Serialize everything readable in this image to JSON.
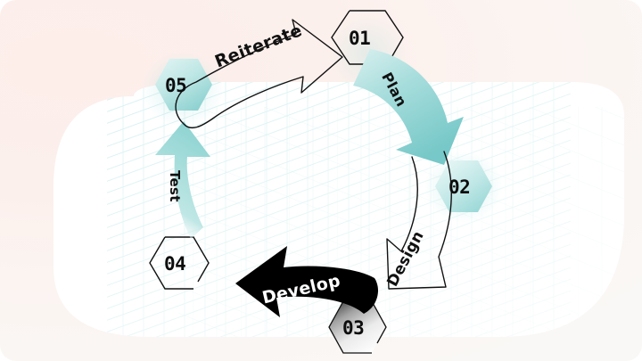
{
  "graphic": {
    "kind": "circular-process-infographic",
    "step_count": 5,
    "colors": {
      "background_pink": "#fbeeea",
      "canvas_white": "#ffffff",
      "teal_light": "#cfeeec",
      "teal_mid": "#a8dedd",
      "teal_deep": "#74c6c6",
      "grid_line": "#b9e6e6",
      "ink_black": "#111111",
      "label_white": "#ffffff"
    }
  },
  "steps": [
    {
      "number": "01",
      "label": "Plan",
      "arrow_style": "filled-teal-gradient",
      "label_color": "#111111",
      "hexagon_style": "outlined"
    },
    {
      "number": "02",
      "label": "Design",
      "arrow_style": "outline-black",
      "label_color": "#111111",
      "hexagon_style": "filled-teal"
    },
    {
      "number": "03",
      "label": "Develop",
      "arrow_style": "filled-black",
      "label_color": "#ffffff",
      "hexagon_style": "outlined-gradient"
    },
    {
      "number": "04",
      "label": "Test",
      "arrow_style": "filled-teal-gradient",
      "label_color": "#111111",
      "hexagon_style": "outlined"
    },
    {
      "number": "05",
      "label": "Reiterate",
      "arrow_style": "outline-black",
      "label_color": "#111111",
      "hexagon_style": "filled-teal"
    }
  ]
}
